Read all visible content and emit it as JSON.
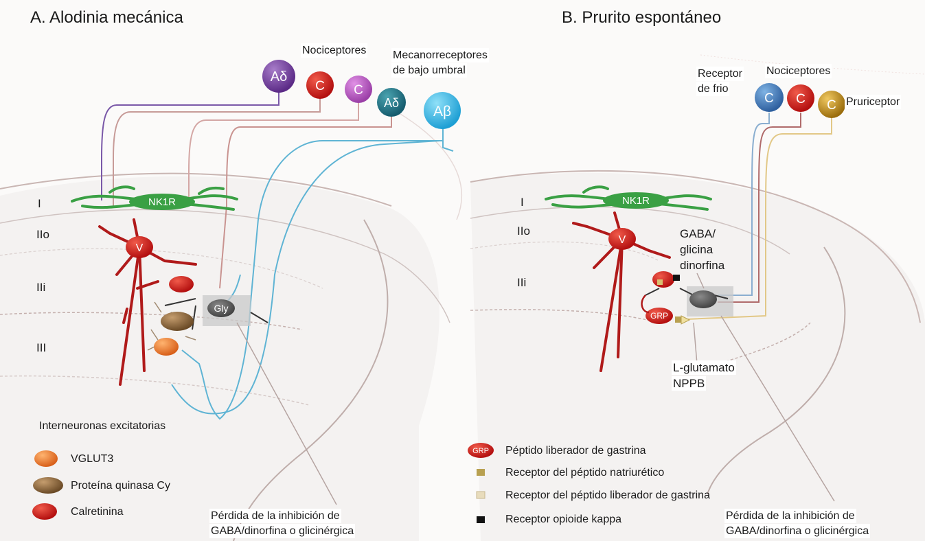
{
  "panel_a": {
    "letter": "A.",
    "title": "Alodinia mecánica",
    "nociceptores": "Nociceptores",
    "mecano_line1": "Mecanorreceptores",
    "mecano_line2": "de bajo umbral",
    "fibers": [
      "Aδ",
      "C",
      "C",
      "Aδ",
      "Aβ"
    ],
    "nk1r": "NK1R",
    "v": "V",
    "gly": "Gly",
    "layers": [
      "I",
      "IIo",
      "IIi",
      "III"
    ],
    "legend_title": "Interneuronas excitatorias",
    "legend": [
      "VGLUT3",
      "Proteína quinasa Cy",
      "Calretinina"
    ],
    "loss_line1": "Pérdida de la inhibición de",
    "loss_line2": "GABA/dinorfina o glicinérgica",
    "colors": {
      "orange": "#e8792a",
      "brown": "#8a6a3e",
      "red": "#c81a1a",
      "blue_fiber": "#5fb4d4"
    }
  },
  "panel_b": {
    "letter": "B.",
    "title": "Prurito espontáneo",
    "receptor_frio_line1": "Receptor",
    "receptor_frio_line2": "de frio",
    "nociceptores": "Nociceptores",
    "pruriceptor": "Pruriceptor",
    "fibers": [
      "C",
      "C",
      "C"
    ],
    "nk1r": "NK1R",
    "v": "V",
    "grp": "GRP",
    "gaba_line1": "GABA/",
    "gaba_line2": "glicina",
    "gaba_line3": "dinorfina",
    "glut_line1": "L-glutamato",
    "glut_line2": "NPPB",
    "layers": [
      "I",
      "IIo",
      "IIi"
    ],
    "legend": [
      "Péptido liberador de gastrina",
      "Receptor del péptido natriurético",
      "Receptor del péptido liberador de gastrina",
      "Receptor opioide kappa"
    ],
    "legend_grp": "GRP",
    "loss_line1": "Pérdida de la inhibición de",
    "loss_line2": "GABA/dinorfina o glicinérgica"
  }
}
